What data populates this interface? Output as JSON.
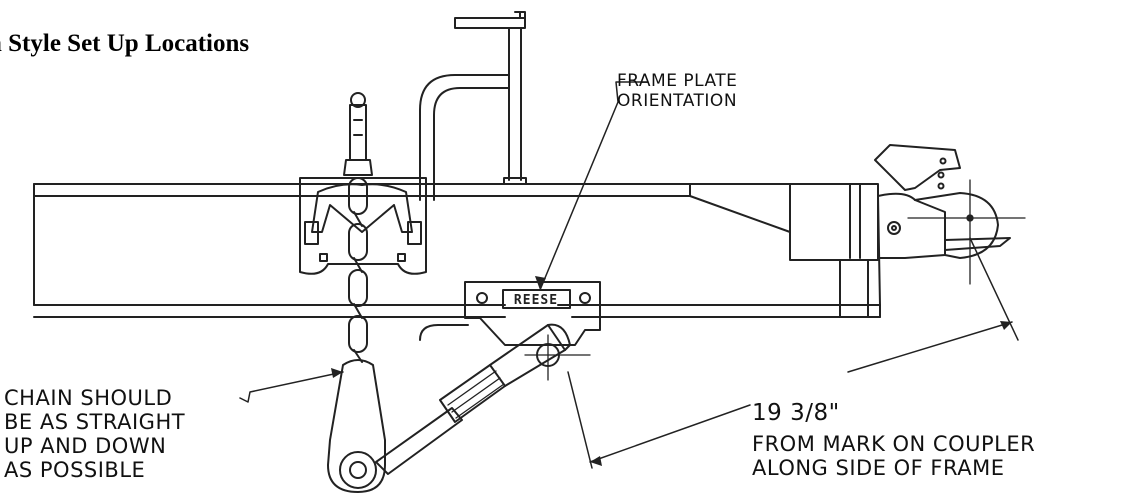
{
  "title": "n Style  Set Up Locations",
  "labels": {
    "frame_plate": [
      "FRAME PLATE",
      "ORIENTATION"
    ],
    "chain": [
      "CHAIN SHOULD",
      "BE AS STRAIGHT",
      "UP AND DOWN",
      "AS POSSIBLE"
    ],
    "measurement_value": "19 3/8\"",
    "measurement": [
      "FROM MARK ON COUPLER",
      "ALONG SIDE OF FRAME"
    ],
    "plate_brand": "REESE"
  }
}
